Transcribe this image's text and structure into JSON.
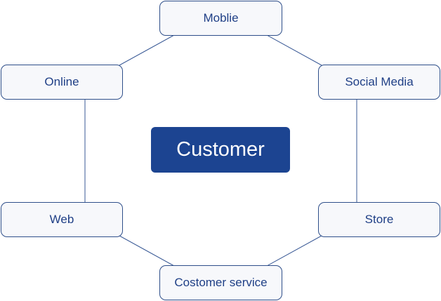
{
  "center": {
    "label": "Customer"
  },
  "nodes": [
    {
      "id": "mobile",
      "label": "Moblie"
    },
    {
      "id": "social",
      "label": "Social Media"
    },
    {
      "id": "store",
      "label": "Store"
    },
    {
      "id": "service",
      "label": "Costomer service"
    },
    {
      "id": "web",
      "label": "Web"
    },
    {
      "id": "online",
      "label": "Online"
    }
  ],
  "colors": {
    "accent": "#1c4491",
    "border": "#2f4f8a",
    "text": "#1f3f86",
    "node_fill": "#f7f8fb"
  }
}
